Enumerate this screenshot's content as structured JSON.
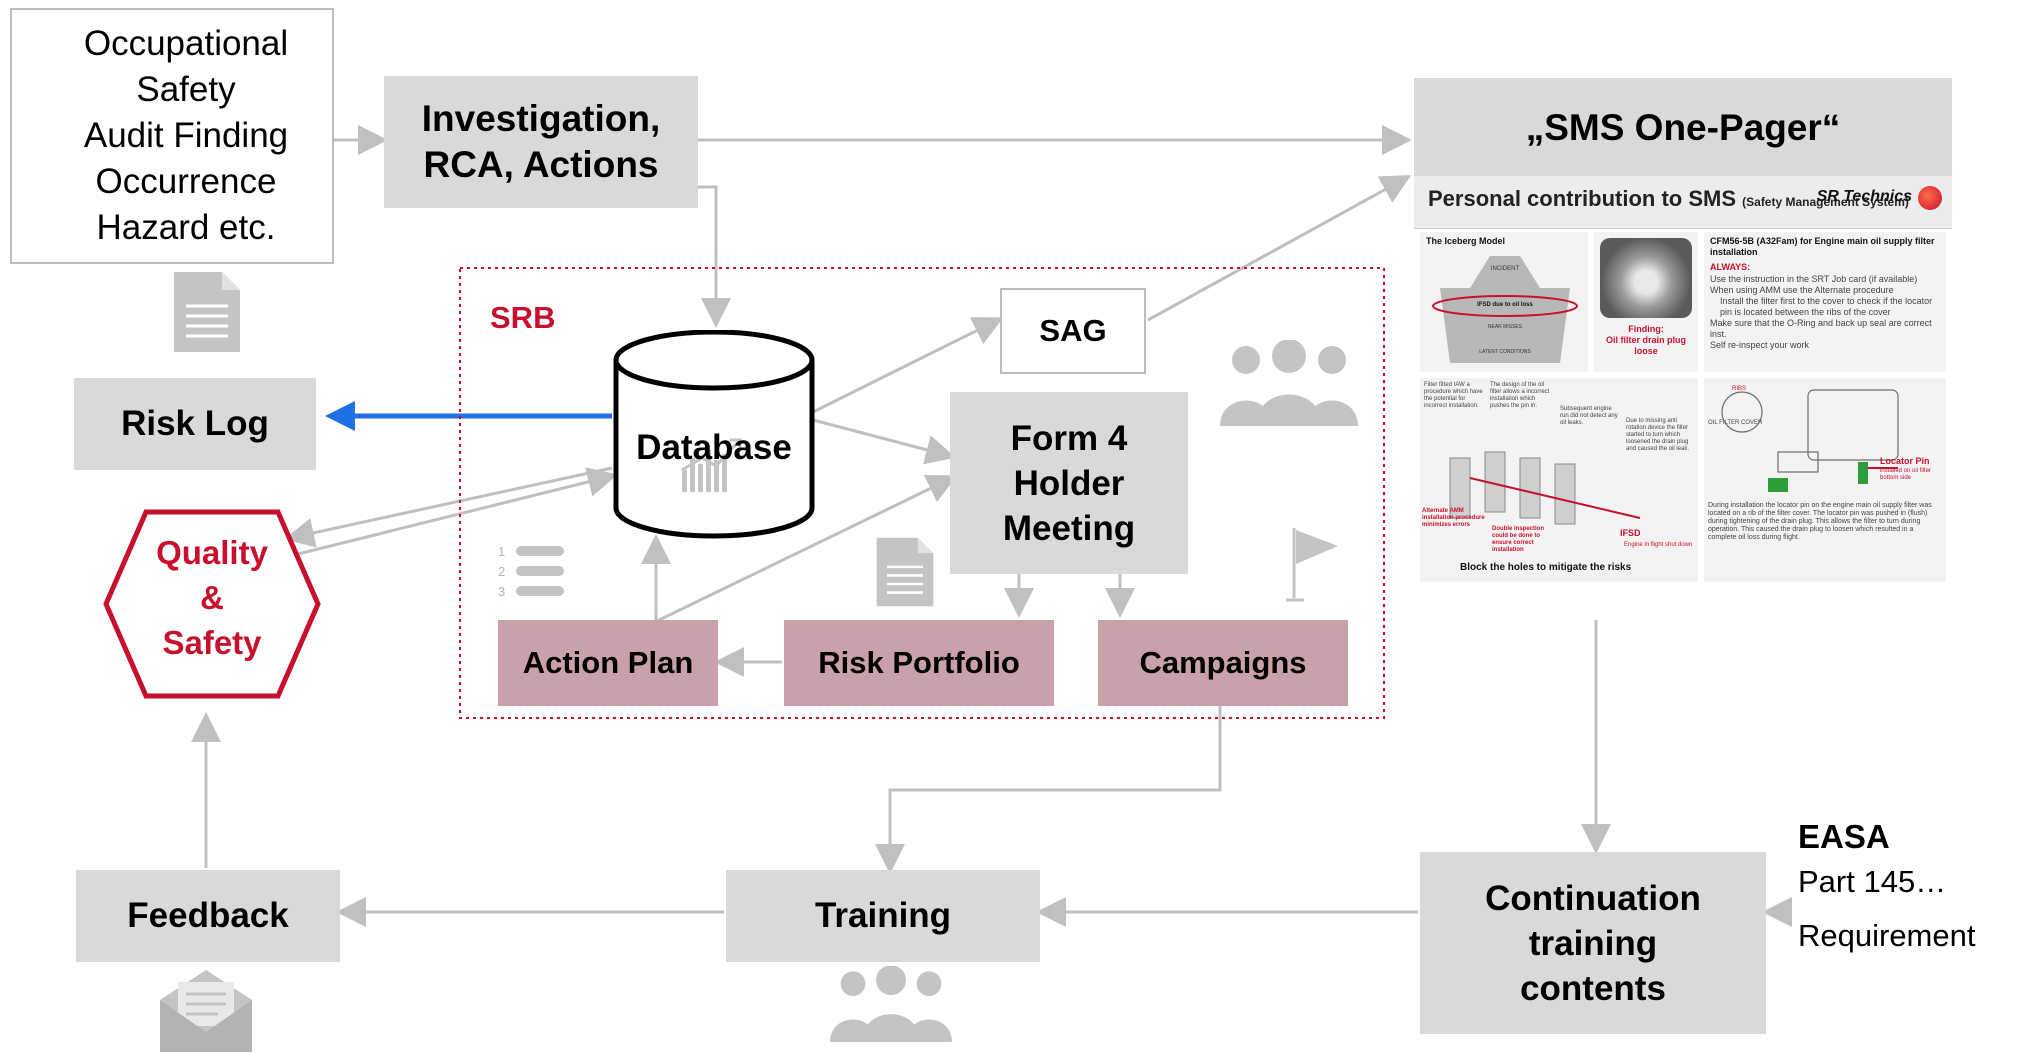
{
  "sources": {
    "text": "Occupational\nSafety\nAudit Finding\nOccurrence\nHazard etc."
  },
  "investigation": {
    "text": "Investigation,\nRCA, Actions"
  },
  "one_pager": {
    "header": "„SMS One-Pager“",
    "title": "Personal contribution to SMS",
    "title_note": "(Safety Management System)",
    "brand": "SR Technics",
    "iceberg_title": "The Iceberg Model",
    "iceberg_labels": [
      "INCIDENT",
      "IFSD due to oil loss",
      "NEAR MISSES",
      "LATENT CONDITIONS"
    ],
    "finding": "Finding:\nOil filter drain plug\nloose",
    "procedure_title": "CFM56-5B (A32Fam) for Engine main oil supply filter installation",
    "always_label": "ALWAYS:",
    "always_items": [
      "Use the instruction in the SRT Job card (if available)",
      "When using AMM use the Alternate procedure",
      "Install the filter first to the cover to check if the locator pin is located between the ribs of the cover",
      "Make sure that the O-Ring and back up seal are correct inst.",
      "Self re-inspect your work"
    ],
    "notes": [
      "Filter fitted IAW a procedure which have the potential for incorrect installation.",
      "The design of the oil filter allows a incorrect installation which pushes the pin in.",
      "Subsequent engine run did not detect any oil leaks.",
      "Due to missing anti rotation device the filter started to turn which loosened the drain plug and caused the oil leak."
    ],
    "alt_amm": "Alternate AMM installation procedure minimizes errors",
    "double_insp": "Double inspection could be done to ensure correct installation",
    "ifsd": "IFSD",
    "ifsd_note": "Engine in flight shut down",
    "block_holes": "Block the holes to mitigate the risks",
    "locator_pin": "Locator Pin",
    "locator_note": "installed on oil filter bottom side",
    "ribs": "RIBS",
    "oil_filter_cover": "OIL FILTER COVER",
    "description": "During installation the locator pin on the engine main oil supply filter was located on a rib of the filter cover. The locator pin was pushed in (flush) during tightening of the drain plug. This allows the filter to turn during operation. This caused the drain plug to loosen which resulted in a complete oil loss during flight."
  },
  "srb": {
    "label": "SRB"
  },
  "sag": {
    "label": "SAG"
  },
  "database": {
    "label": "Database"
  },
  "risk_log": {
    "label": "Risk Log"
  },
  "form4": {
    "label": "Form 4\nHolder\nMeeting"
  },
  "quality_safety": {
    "label": "Quality\n&\nSafety"
  },
  "action_plan": {
    "label": "Action Plan"
  },
  "risk_portfolio": {
    "label": "Risk Portfolio"
  },
  "campaigns": {
    "label": "Campaigns"
  },
  "feedback": {
    "label": "Feedback"
  },
  "training": {
    "label": "Training"
  },
  "continuation": {
    "label": "Continuation\ntraining\ncontents"
  },
  "easa": {
    "title": "EASA",
    "line1": "Part 145…",
    "line2": "Requirement"
  },
  "list_icon_numbers": [
    "1",
    "2",
    "3"
  ],
  "colors": {
    "box_gray": "#d9d9d9",
    "box_pink": "#c9a1a8",
    "accent_red": "#c8102e",
    "arrow_gray": "#bfbfbf",
    "arrow_blue": "#1f6fe5",
    "icon_gray": "#c4c4c4"
  }
}
